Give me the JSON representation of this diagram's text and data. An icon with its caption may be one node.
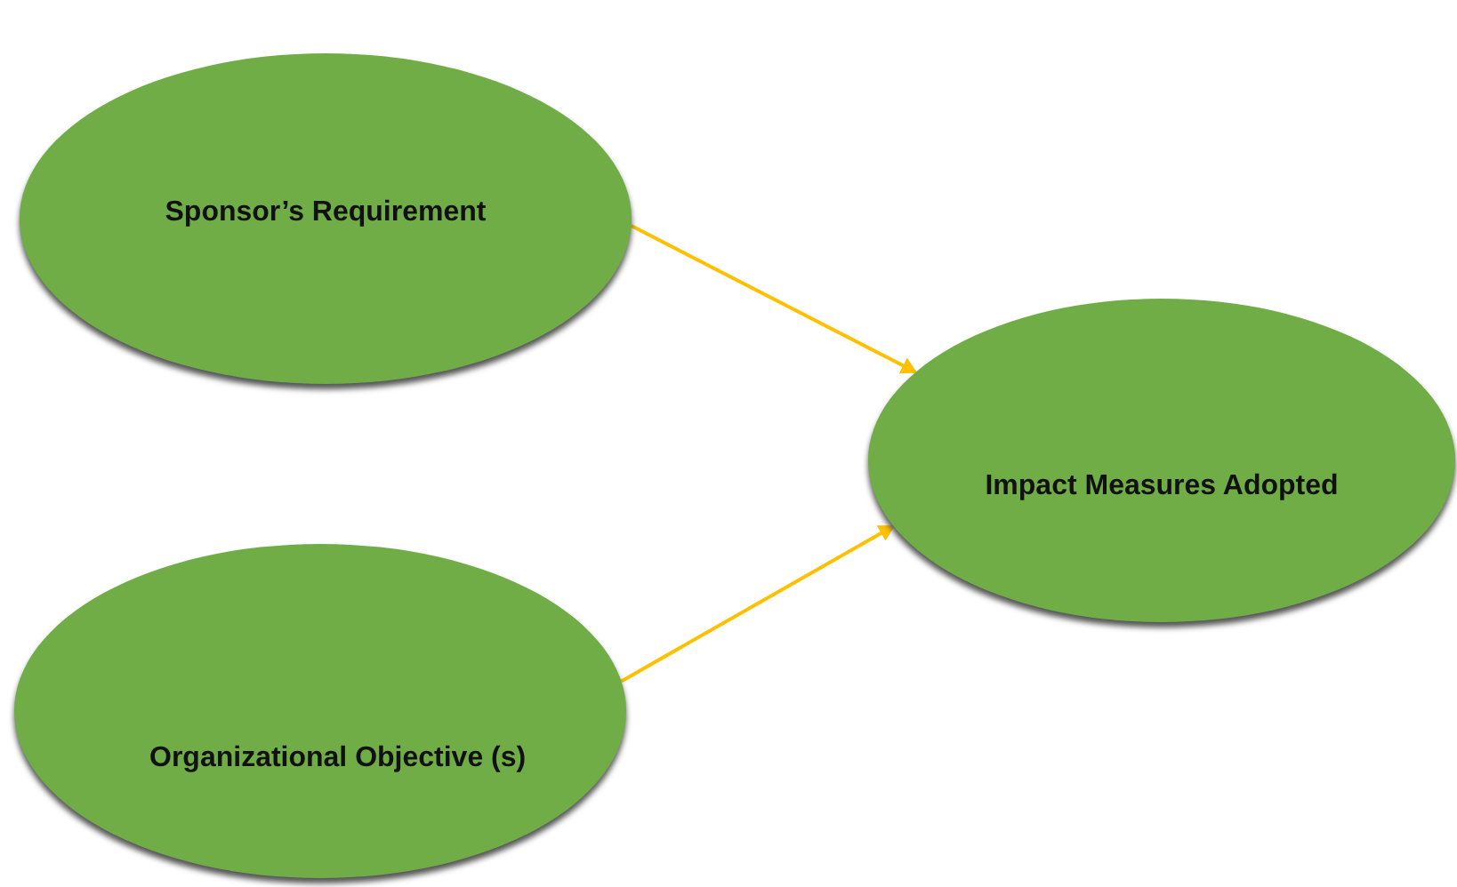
{
  "diagram": {
    "nodes": [
      {
        "text": [
          "Sponsor’s Requirement"
        ]
      },
      {
        "text": [
          "Impact Measures Adopted"
        ]
      },
      {
        "text": [
          "Organizational Objective (s)"
        ]
      }
    ],
    "edges": [
      {
        "from": 0,
        "to": 1,
        "arrow": "to",
        "color": "#ffc000"
      },
      {
        "from": 2,
        "to": 1,
        "arrow": "to",
        "color": "#ffc000"
      }
    ]
  }
}
